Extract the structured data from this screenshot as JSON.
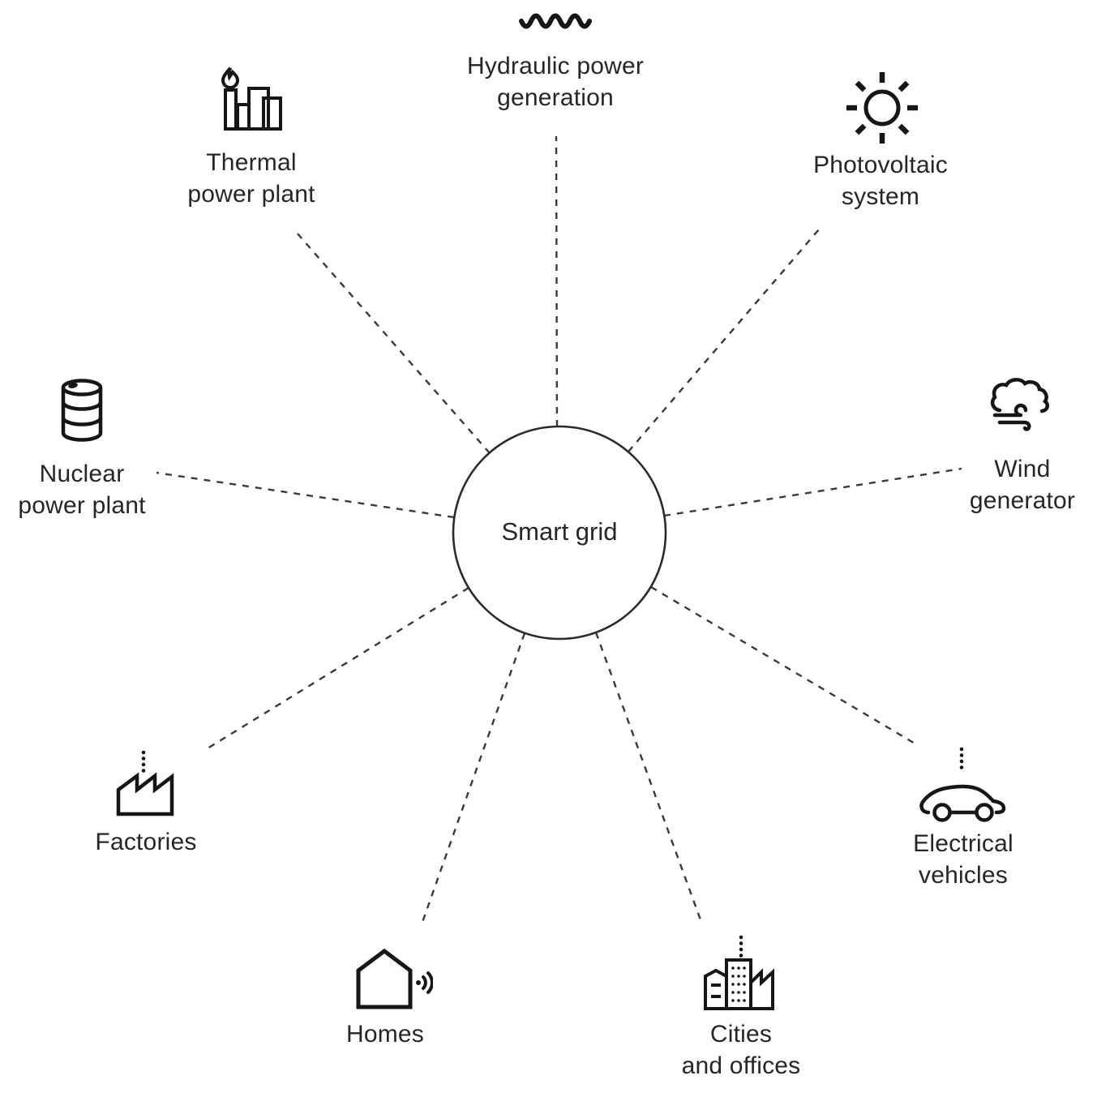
{
  "center": {
    "label": "Smart grid"
  },
  "nodes": {
    "hydraulic": {
      "label_lines": [
        "Hydraulic power",
        "generation"
      ],
      "icon": "wave-icon"
    },
    "thermal": {
      "label_lines": [
        "Thermal",
        "power plant"
      ],
      "icon": "chimney-flame-icon"
    },
    "photovoltaic": {
      "label_lines": [
        "Photovoltaic",
        "system"
      ],
      "icon": "sun-icon"
    },
    "nuclear": {
      "label_lines": [
        "Nuclear",
        "power plant"
      ],
      "icon": "barrel-icon"
    },
    "wind": {
      "label_lines": [
        "Wind",
        "generator"
      ],
      "icon": "wind-cloud-icon"
    },
    "factories": {
      "label_lines": [
        "Factories"
      ],
      "icon": "factory-icon"
    },
    "homes": {
      "label_lines": [
        "Homes"
      ],
      "icon": "house-wifi-icon"
    },
    "cities": {
      "label_lines": [
        "Cities",
        "and offices"
      ],
      "icon": "buildings-icon"
    },
    "ev": {
      "label_lines": [
        "Electrical",
        "vehicles"
      ],
      "icon": "car-icon"
    }
  },
  "colors": {
    "stroke": "#222222",
    "background": "#ffffff"
  }
}
